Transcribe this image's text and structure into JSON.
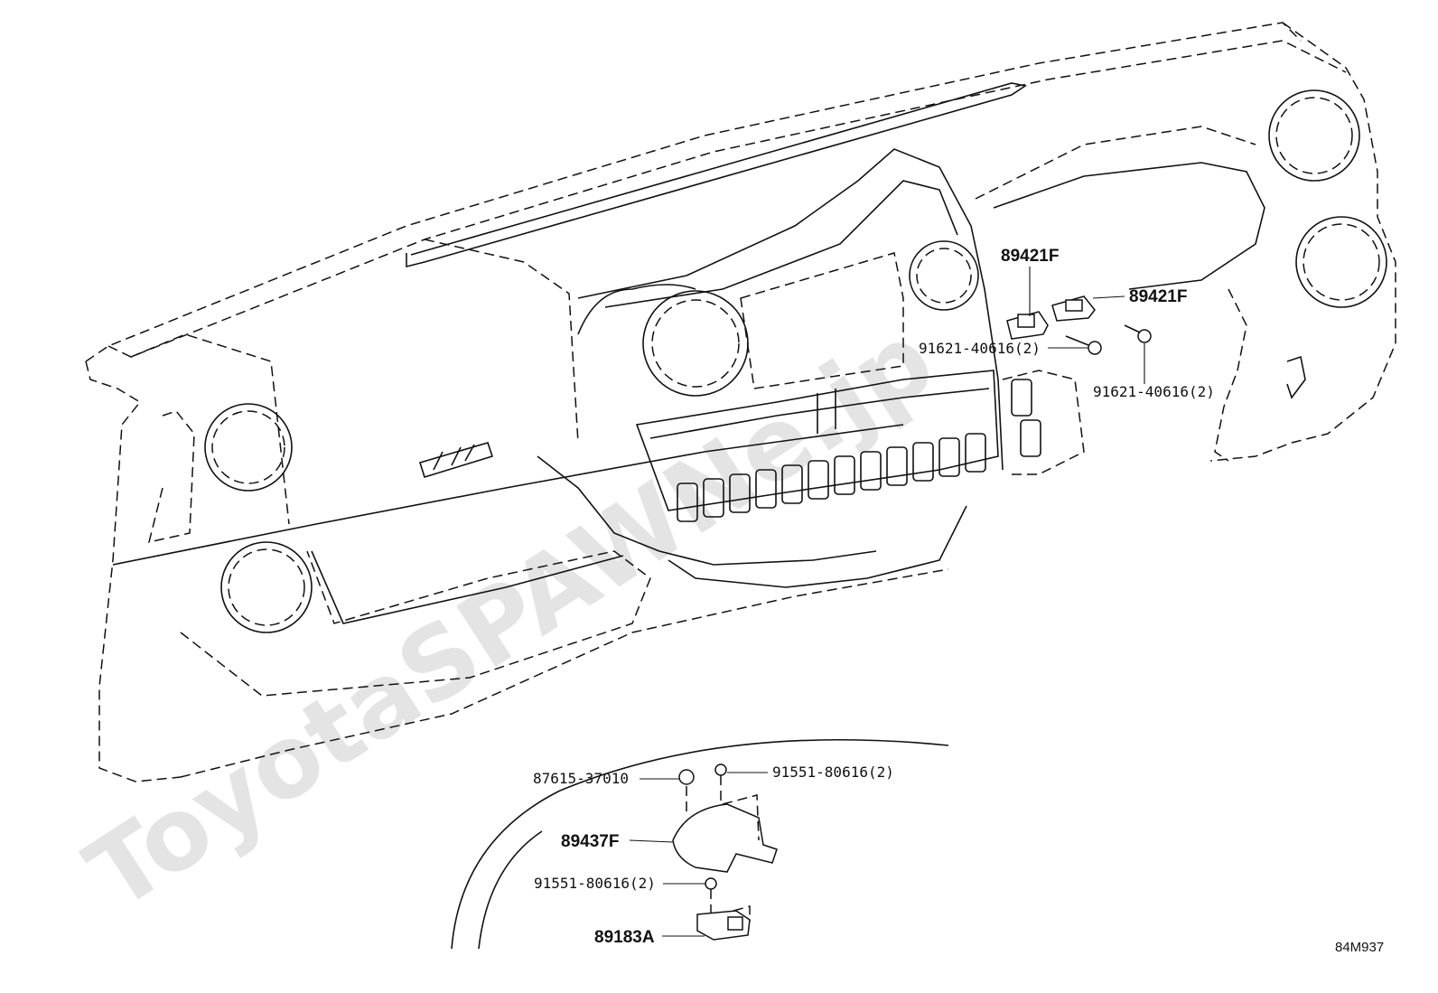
{
  "watermark": "ToyotaSPAWNe.jp",
  "diagram_code": "84M937",
  "callouts": {
    "sensor_left": "89421F",
    "sensor_right": "89421F",
    "bolt_left": "91621-40616(2)",
    "bolt_right": "91621-40616(2)",
    "clip": "87615-37010",
    "screw_upper": "91551-80616(2)",
    "cover": "89437F",
    "screw_lower": "91551-80616(2)",
    "sensor_unit": "89183A"
  }
}
